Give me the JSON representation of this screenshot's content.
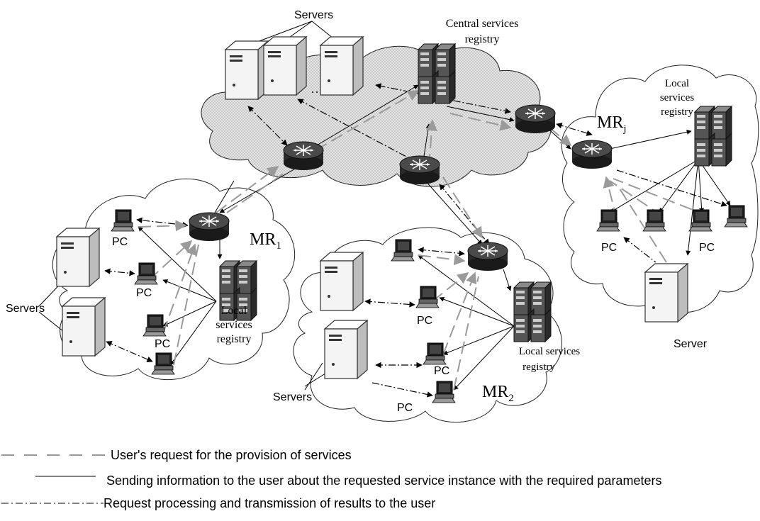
{
  "labels": {
    "servers_top": "Servers",
    "central_registry_line1": "Central services",
    "central_registry_line2": "registry",
    "local_registry_right_line1": "Local",
    "local_registry_right_line2": "services",
    "local_registry_right_line3": "registry",
    "mr_j_main": "MR",
    "mr_j_sub": "j",
    "mr_1_main": "MR",
    "mr_1_sub": "1",
    "mr_2_main": "MR",
    "mr_2_sub": "2",
    "servers_left": "Servers",
    "servers_bottom": "Servers",
    "server_right": "Server",
    "pc": "PC",
    "local_registry_left_line1": "Local",
    "local_registry_left_line2": "services",
    "local_registry_left_line3": "registry",
    "local_registry_mid_line1": "Local services",
    "local_registry_mid_line2": "registry"
  },
  "legend": {
    "request": "User's request for the provision of services",
    "sending": "Sending information to the user about the requested service instance with the required parameters",
    "processing": "Request processing and transmission of results to the user"
  },
  "colors": {
    "request_line": "#9a9a9a",
    "sending_line": "#000000",
    "processing_line": "#000000",
    "central_cloud_fill": "#d9d9d9"
  }
}
